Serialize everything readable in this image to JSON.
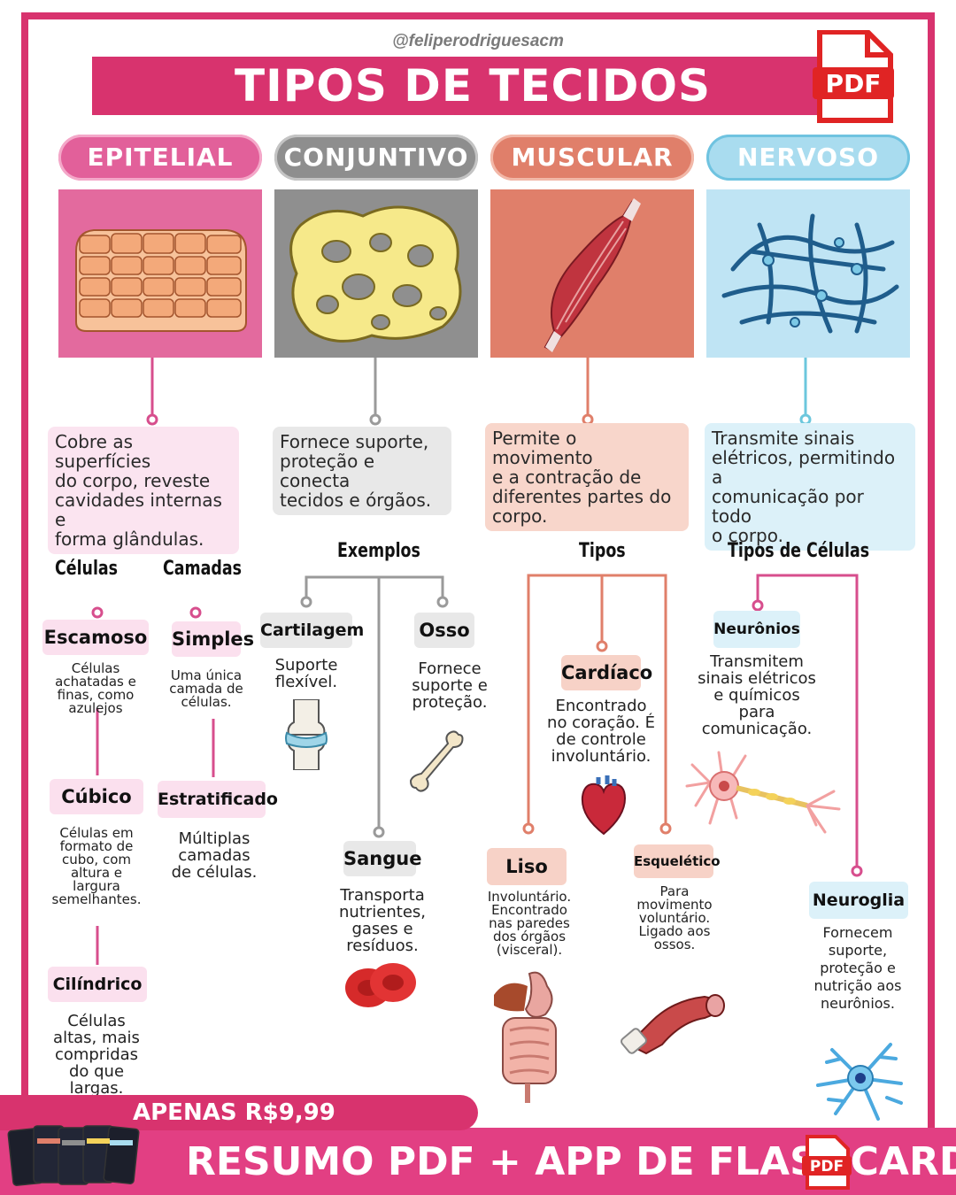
{
  "handle": "@feliperodriguesacm",
  "title": "TIPOS DE TECIDOS",
  "pdf_label": "PDF",
  "columns": [
    {
      "name": "EPITELIAL",
      "desc": [
        "Cobre as superfícies",
        "do corpo, reveste",
        "cavidades internas e",
        "forma glândulas."
      ]
    },
    {
      "name": "CONJUNTIVO",
      "desc": [
        "Fornece suporte,",
        "proteção e conecta",
        "tecidos e órgãos."
      ]
    },
    {
      "name": "MUSCULAR",
      "desc": [
        "Permite o movimento",
        "e a contração de",
        "diferentes partes do",
        "corpo."
      ]
    },
    {
      "name": "NERVOSO",
      "desc": [
        "Transmite sinais",
        "elétricos, permitindo a",
        "comunicação por todo",
        "o corpo."
      ]
    }
  ],
  "epitelial": {
    "head_cells": "Células",
    "head_layers": "Camadas",
    "escamoso": {
      "label": "Escamoso",
      "desc": [
        "Células",
        "achatadas e",
        "finas, como",
        "azulejos"
      ]
    },
    "cubico": {
      "label": "Cúbico",
      "desc": [
        "Células em",
        "formato de",
        "cubo, com",
        "altura e",
        "largura",
        "semelhantes."
      ]
    },
    "cilindrico": {
      "label": "Cilíndrico",
      "desc": [
        "Células",
        "altas, mais",
        "compridas",
        "do que",
        "largas."
      ]
    },
    "simples": {
      "label": "Simples",
      "desc": [
        "Uma única",
        "camada de",
        "células."
      ]
    },
    "estratificado": {
      "label": "Estratificado",
      "desc": [
        "Múltiplas",
        "camadas",
        "de células."
      ]
    }
  },
  "conjuntivo": {
    "head": "Exemplos",
    "cartilagem": {
      "label": "Cartilagem",
      "desc": [
        "Suporte",
        "flexível."
      ]
    },
    "osso": {
      "label": "Osso",
      "desc": [
        "Fornece",
        "suporte e",
        "proteção."
      ]
    },
    "sangue": {
      "label": "Sangue",
      "desc": [
        "Transporta",
        "nutrientes,",
        "gases e",
        "resíduos."
      ]
    }
  },
  "muscular": {
    "head": "Tipos",
    "cardiaco": {
      "label": "Cardíaco",
      "desc": [
        "Encontrado",
        "no coração. É",
        "de controle",
        "involuntário."
      ]
    },
    "liso": {
      "label": "Liso",
      "desc": [
        "Involuntário.",
        "Encontrado",
        "nas paredes",
        "dos órgãos",
        "(visceral)."
      ]
    },
    "esqueletico": {
      "label": "Esquelético",
      "desc": [
        "Para",
        "movimento",
        "voluntário.",
        "Ligado aos",
        "ossos."
      ]
    }
  },
  "nervoso": {
    "head": "Tipos de Células",
    "neuronios": {
      "label": "Neurônios",
      "desc": [
        "Transmitem",
        "sinais elétricos",
        "e químicos",
        "para",
        "comunicação."
      ]
    },
    "neuroglia": {
      "label": "Neuroglia",
      "desc": [
        "Fornecem",
        "suporte,",
        "proteção e",
        "nutrição aos",
        "neurônios."
      ]
    }
  },
  "footer": {
    "price": "APENAS R$9,99",
    "promo": "RESUMO PDF + APP DE FLASHCARDS",
    "pdf_label": "PDF"
  },
  "colors": {
    "brand": "#d8336e",
    "epitelial": "#e2609a",
    "conjuntivo": "#8e8e8e",
    "muscular": "#e07f6a",
    "nervoso": "#a9dcef"
  }
}
